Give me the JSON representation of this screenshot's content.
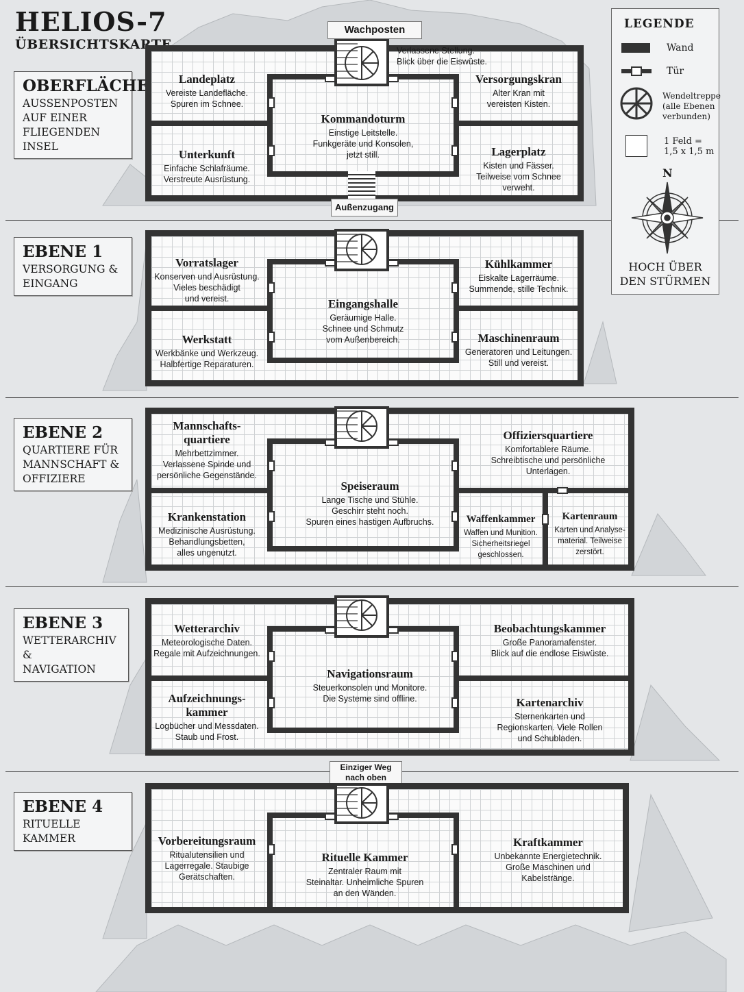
{
  "map": {
    "title": "HELIOS-7",
    "subtitle": "ÜBERSICHTSKARTE"
  },
  "legend": {
    "heading": "LEGENDE",
    "wall": "Wand",
    "door": "Tür",
    "stairs": "Wendeltreppe\n(alle Ebenen\nverbunden)",
    "grid": "1 Feld =\n1,5 x 1,5 m",
    "north": "N",
    "motto": "HOCH ÜBER\nDEN STÜRMEN"
  },
  "levels": [
    {
      "level": "OBERFLÄCHE",
      "description": "AUSSENPOSTEN\nAUF EINER\nFLIEGENDEN INSEL",
      "tags": {
        "top": "Wachposten",
        "bottom": "Außenzugang"
      },
      "note": "Verlassene Stellung.\nBlick über die Eiswüste.",
      "rooms": [
        {
          "name": "Landeplatz",
          "desc": "Vereiste Landefläche.\nSpuren im Schnee."
        },
        {
          "name": "Unterkunft",
          "desc": "Einfache Schlafräume.\nVerstreute Ausrüstung."
        },
        {
          "name": "Kommandoturm",
          "desc": "Einstige Leitstelle.\nFunkgeräte und Konsolen,\njetzt still."
        },
        {
          "name": "Versorgungskran",
          "desc": "Alter Kran mit\nvereisten Kisten."
        },
        {
          "name": "Lagerplatz",
          "desc": "Kisten und Fässer.\nTeilweise vom Schnee\nverweht."
        }
      ]
    },
    {
      "level": "EBENE 1",
      "description": "VERSORGUNG &\nEINGANG",
      "rooms": [
        {
          "name": "Vorratslager",
          "desc": "Konserven und Ausrüstung.\nVieles beschädigt\nund vereist."
        },
        {
          "name": "Werkstatt",
          "desc": "Werkbänke und Werkzeug.\nHalbfertige Reparaturen."
        },
        {
          "name": "Eingangshalle",
          "desc": "Geräumige Halle.\nSchnee und Schmutz\nvom Außenbereich."
        },
        {
          "name": "Kühlkammer",
          "desc": "Eiskalte Lagerräume.\nSummende, stille Technik."
        },
        {
          "name": "Maschinenraum",
          "desc": "Generatoren und Leitungen.\nStill und vereist."
        }
      ]
    },
    {
      "level": "EBENE 2",
      "description": "QUARTIERE FÜR\nMANNSCHAFT &\nOFFIZIERE",
      "rooms": [
        {
          "name": "Mannschafts-\nquartiere",
          "desc": "Mehrbettzimmer.\nVerlassene Spinde und\npersönliche Gegenstände."
        },
        {
          "name": "Krankenstation",
          "desc": "Medizinische Ausrüstung.\nBehandlungsbetten,\nalles ungenutzt."
        },
        {
          "name": "Speiseraum",
          "desc": "Lange Tische und Stühle.\nGeschirr steht noch.\nSpuren eines hastigen Aufbruchs."
        },
        {
          "name": "Offiziersquartiere",
          "desc": "Komfortablere Räume.\nSchreibtische und persönliche\nUnterlagen."
        },
        {
          "name": "Waffenkammer",
          "desc": "Waffen und Munition.\nSicherheitsriegel\ngeschlossen."
        },
        {
          "name": "Kartenraum",
          "desc": "Karten und Analyse-\nmaterial. Teilweise\nzerstört."
        }
      ]
    },
    {
      "level": "EBENE 3",
      "description": "WETTERARCHIV &\nNAVIGATION",
      "rooms": [
        {
          "name": "Wetterarchiv",
          "desc": "Meteorologische Daten.\nRegale mit Aufzeichnungen."
        },
        {
          "name": "Aufzeichnungs-\nkammer",
          "desc": "Logbücher und Messdaten.\nStaub und Frost."
        },
        {
          "name": "Navigationsraum",
          "desc": "Steuerkonsolen und Monitore.\nDie Systeme sind offline."
        },
        {
          "name": "Beobachtungskammer",
          "desc": "Große Panoramafenster.\nBlick auf die endlose Eiswüste."
        },
        {
          "name": "Kartenarchiv",
          "desc": "Sternenkarten und\nRegionskarten. Viele Rollen\nund Schubladen."
        }
      ]
    },
    {
      "level": "EBENE 4",
      "description": "RITUELLE KAMMER",
      "tags": {
        "top": "Einziger Weg\nnach oben"
      },
      "rooms": [
        {
          "name": "Vorbereitungsraum",
          "desc": "Ritualutensilien und\nLagerregale. Staubige\nGerätschaften."
        },
        {
          "name": "Rituelle Kammer",
          "desc": "Zentraler Raum mit\nSteinaltar. Unheimliche Spuren\nan den Wänden."
        },
        {
          "name": "Kraftkammer",
          "desc": "Unbekannte Energietechnik.\nGroße Maschinen und\nKabelstränge."
        }
      ]
    }
  ],
  "colors": {
    "background": "#e4e6e8",
    "wall": "#333333",
    "grid": "#cfd2d4"
  }
}
